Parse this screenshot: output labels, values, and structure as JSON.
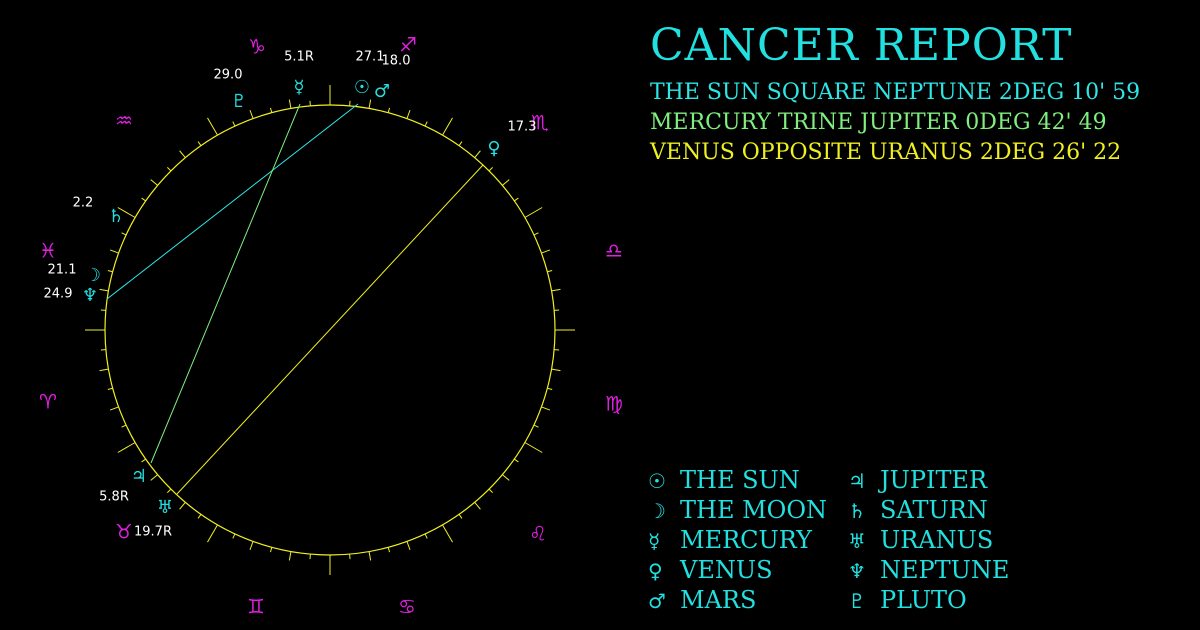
{
  "report": {
    "title": "CANCER REPORT",
    "aspects": [
      {
        "text": "THE SUN SQUARE NEPTUNE 2DEG 10' 59",
        "color": "#2ee6e6"
      },
      {
        "text": "MERCURY TRINE JUPITER 0DEG 42' 49",
        "color": "#7ff07f"
      },
      {
        "text": "VENUS OPPOSITE URANUS 2DEG 26' 22",
        "color": "#f0f020"
      }
    ]
  },
  "wheel": {
    "colors": {
      "circle": "#f0f020",
      "sign": "#e020e0",
      "planet": "#22e0e0",
      "label": "#ffffff"
    },
    "signs": [
      {
        "name": "capricorn",
        "glyph": "♑"
      },
      {
        "name": "sagittarius",
        "glyph": "♐"
      },
      {
        "name": "scorpio",
        "glyph": "♏"
      },
      {
        "name": "libra",
        "glyph": "♎"
      },
      {
        "name": "virgo",
        "glyph": "♍"
      },
      {
        "name": "leo",
        "glyph": "♌"
      },
      {
        "name": "cancer",
        "glyph": "♋"
      },
      {
        "name": "gemini",
        "glyph": "♊"
      },
      {
        "name": "taurus",
        "glyph": "♉"
      },
      {
        "name": "aries",
        "glyph": "♈"
      },
      {
        "name": "pisces",
        "glyph": "♓"
      },
      {
        "name": "aquarius",
        "glyph": "♒"
      }
    ],
    "planets": [
      {
        "name": "pluto",
        "glyph": "♇",
        "degree": "29.0"
      },
      {
        "name": "mercury",
        "glyph": "☿",
        "degree": "5.1R"
      },
      {
        "name": "sun",
        "glyph": "☉",
        "degree": "27.1"
      },
      {
        "name": "mars",
        "glyph": "♂",
        "degree": "18.0"
      },
      {
        "name": "venus",
        "glyph": "♀",
        "degree": "17.3"
      },
      {
        "name": "saturn",
        "glyph": "♄",
        "degree": "2.2"
      },
      {
        "name": "moon",
        "glyph": "☽",
        "degree": "21.1"
      },
      {
        "name": "neptune",
        "glyph": "♆",
        "degree": "24.9"
      },
      {
        "name": "jupiter",
        "glyph": "♃",
        "degree": "5.8R"
      },
      {
        "name": "uranus",
        "glyph": "♅",
        "degree": "19.7R"
      }
    ],
    "aspect_lines": [
      {
        "from": "sun",
        "to": "neptune",
        "color": "#2ee6e6"
      },
      {
        "from": "mercury",
        "to": "jupiter",
        "color": "#7ff07f"
      },
      {
        "from": "venus",
        "to": "uranus",
        "color": "#f0f020"
      }
    ]
  },
  "legend": {
    "items": [
      {
        "glyph": "☉",
        "label": "THE SUN"
      },
      {
        "glyph": "☽",
        "label": "THE MOON"
      },
      {
        "glyph": "☿",
        "label": "MERCURY"
      },
      {
        "glyph": "♀",
        "label": "VENUS"
      },
      {
        "glyph": "♂",
        "label": "MARS"
      },
      {
        "glyph": "♃",
        "label": "JUPITER"
      },
      {
        "glyph": "♄",
        "label": "SATURN"
      },
      {
        "glyph": "♅",
        "label": "URANUS"
      },
      {
        "glyph": "♆",
        "label": "NEPTUNE"
      },
      {
        "glyph": "♇",
        "label": "PLUTO"
      }
    ]
  }
}
